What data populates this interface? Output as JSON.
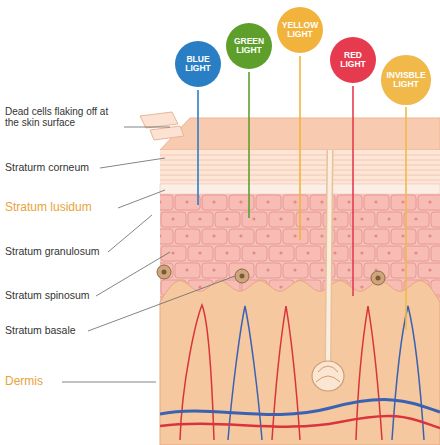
{
  "diagram": {
    "nodes": [
      {
        "text": [
          "BLUE LIGHT"
        ]
      },
      {
        "text": [
          "GREEN LIGHT"
        ]
      },
      {
        "text": [
          "YELLOW LIGHT"
        ]
      },
      {
        "text": [
          "RED LIGHT"
        ]
      },
      {
        "text": [
          "INVISBLE LIGHT"
        ]
      }
    ],
    "labels": [
      "Dead cells flaking off at the skin surface",
      "Straturm corneum",
      "Stratum lusidum",
      "Stratum granulosum",
      "Stratum spinosum",
      "Stratum basale",
      "Dermis"
    ]
  }
}
